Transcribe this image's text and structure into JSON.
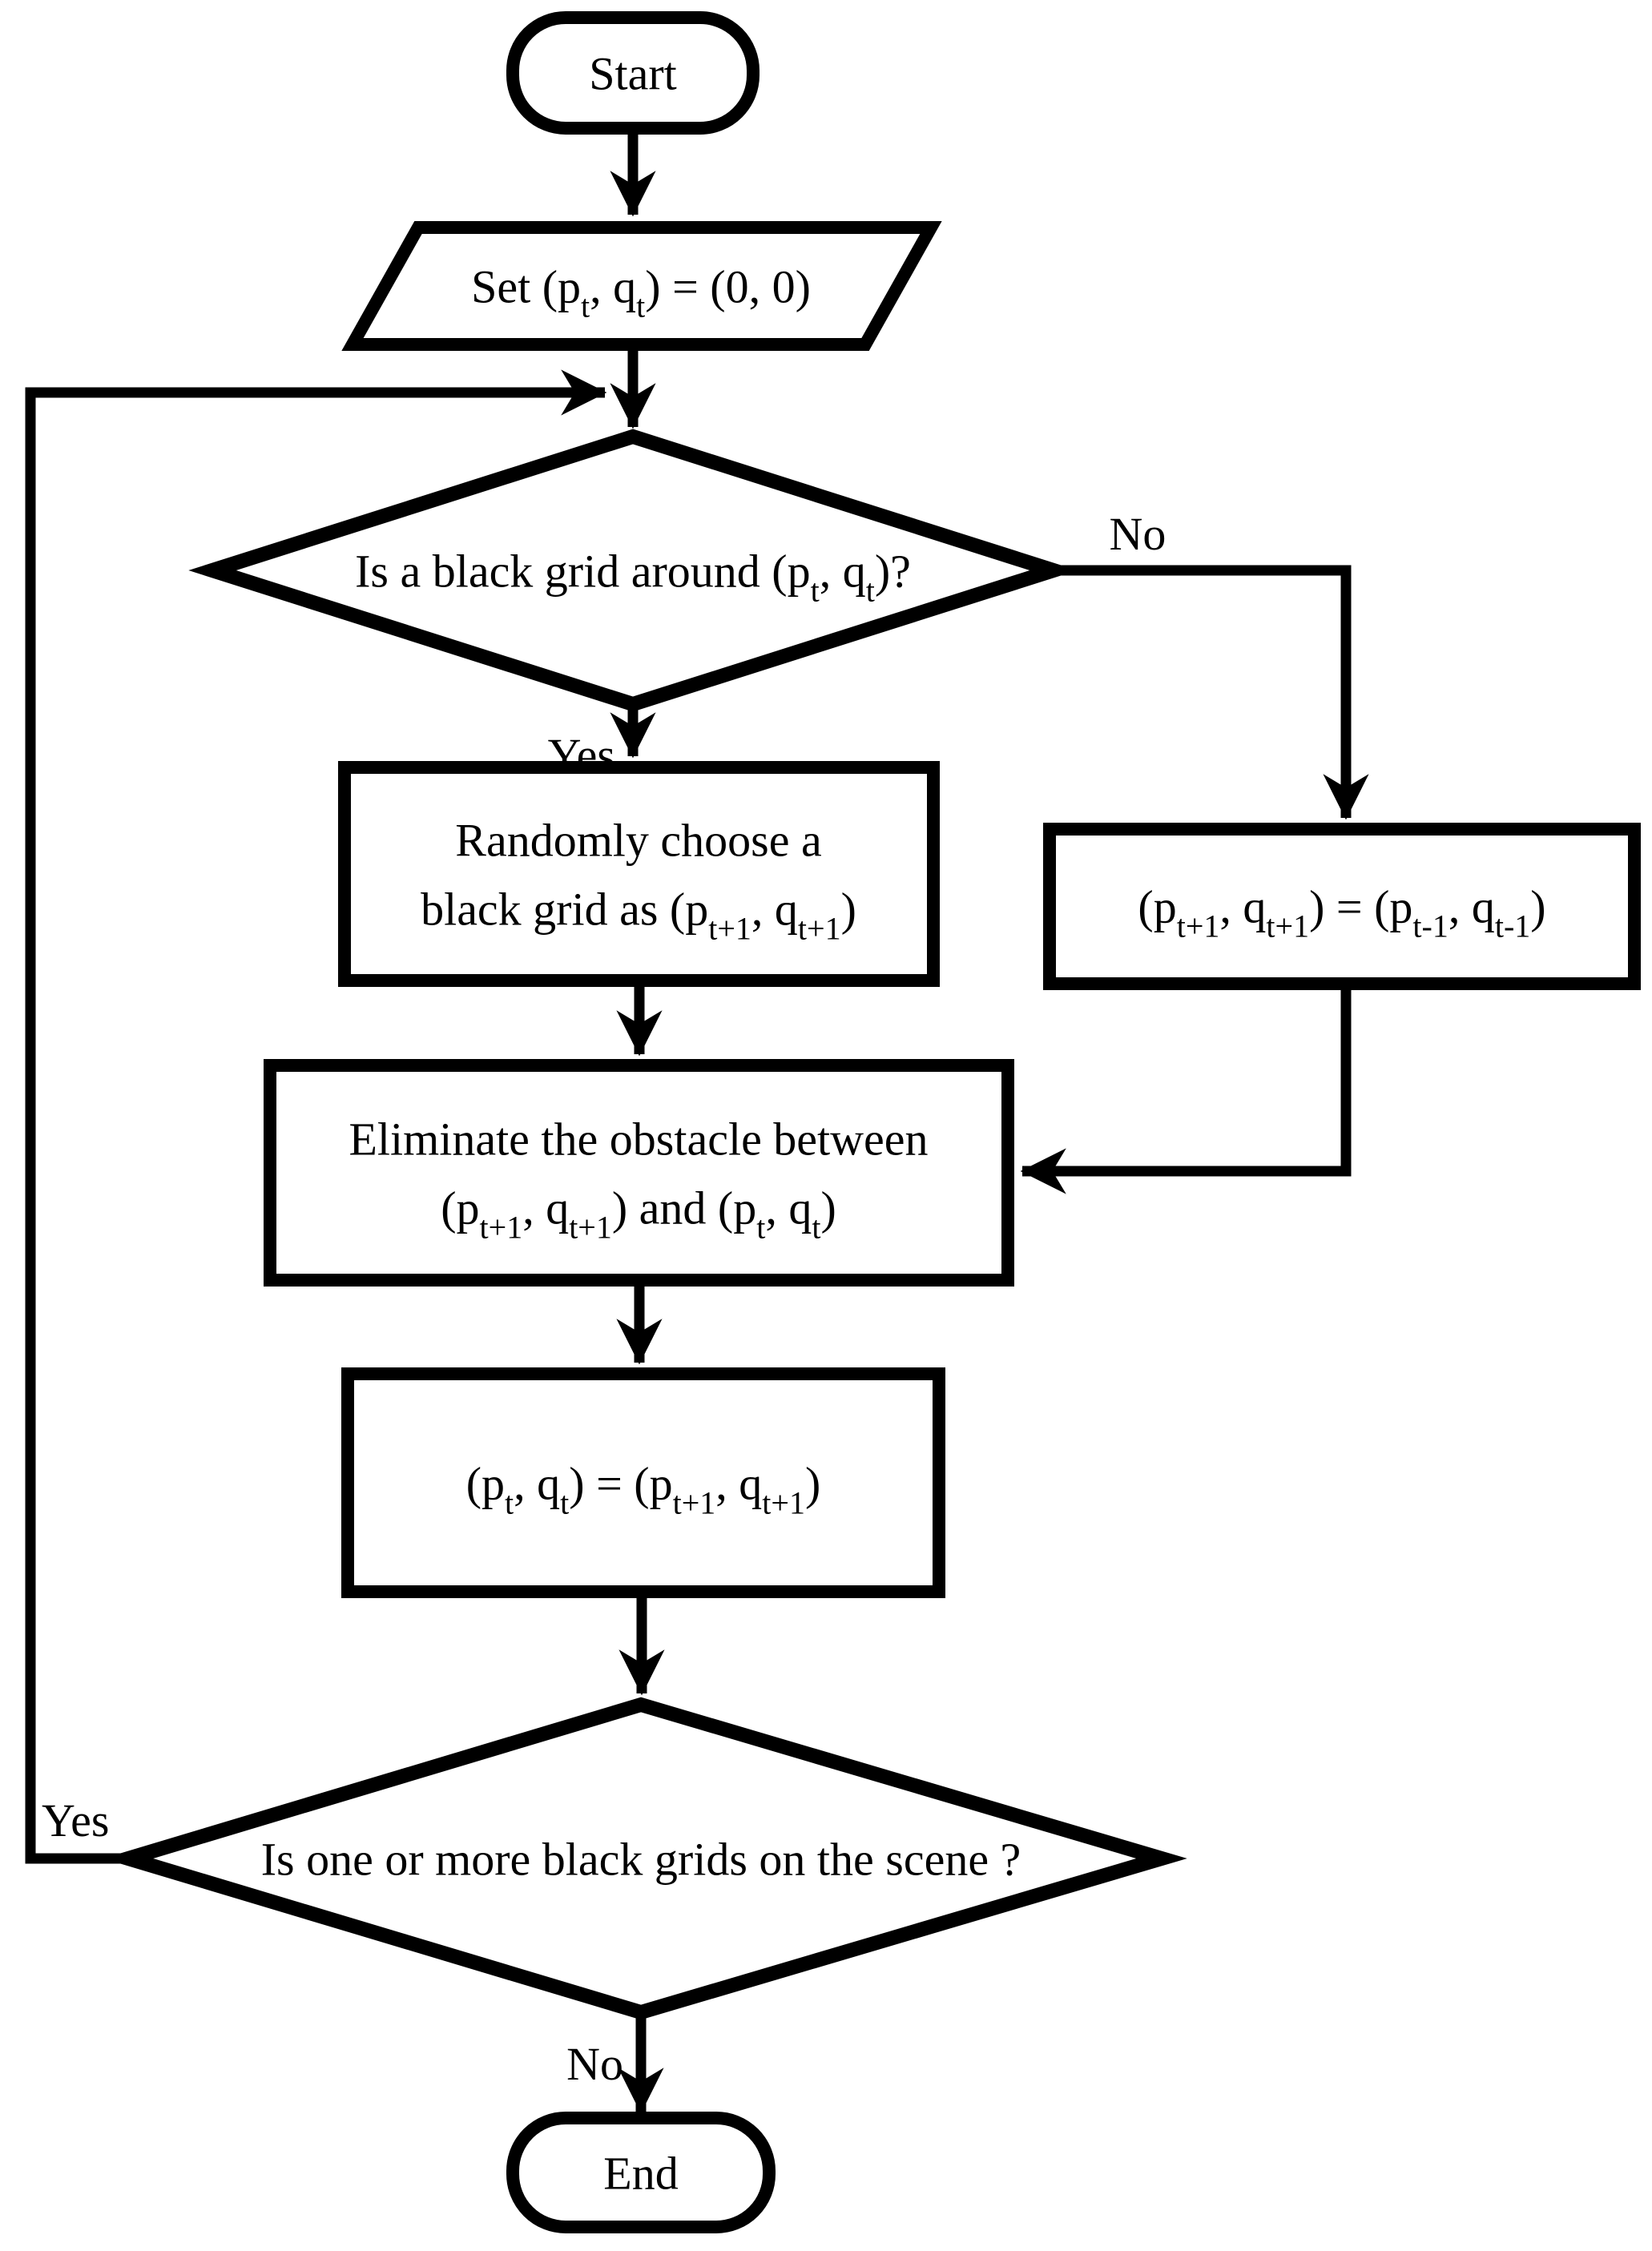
{
  "diagram": {
    "type": "flowchart",
    "background": "#ffffff",
    "line_color": "#000000",
    "nodes": {
      "start": {
        "shape": "stadium",
        "lines": [
          [
            {
              "t": "Start"
            }
          ]
        ]
      },
      "init": {
        "shape": "parallelogram",
        "lines": [
          [
            {
              "t": "Set  (p"
            },
            {
              "t": "t",
              "sub": true
            },
            {
              "t": ", q"
            },
            {
              "t": "t",
              "sub": true
            },
            {
              "t": ") = (0, 0)"
            }
          ]
        ]
      },
      "check_around": {
        "shape": "diamond",
        "lines": [
          [
            {
              "t": "Is a black grid around (p"
            },
            {
              "t": "t",
              "sub": true
            },
            {
              "t": ", q"
            },
            {
              "t": "t",
              "sub": true
            },
            {
              "t": ")?"
            }
          ]
        ]
      },
      "random_choose": {
        "shape": "rect",
        "lines": [
          [
            {
              "t": "Randomly choose a"
            }
          ],
          [
            {
              "t": "black grid as (p"
            },
            {
              "t": "t+1",
              "sub": true
            },
            {
              "t": ", q"
            },
            {
              "t": "t+1",
              "sub": true
            },
            {
              "t": ")"
            }
          ]
        ]
      },
      "assign_prev": {
        "shape": "rect",
        "lines": [
          [
            {
              "t": "(p"
            },
            {
              "t": "t+1",
              "sub": true
            },
            {
              "t": ", q"
            },
            {
              "t": "t+1",
              "sub": true
            },
            {
              "t": ") = (p"
            },
            {
              "t": "t-1",
              "sub": true
            },
            {
              "t": ", q"
            },
            {
              "t": "t-1",
              "sub": true
            },
            {
              "t": ")"
            }
          ]
        ]
      },
      "eliminate": {
        "shape": "rect",
        "lines": [
          [
            {
              "t": "Eliminate the obstacle between"
            }
          ],
          [
            {
              "t": "(p"
            },
            {
              "t": "t+1",
              "sub": true
            },
            {
              "t": ", q"
            },
            {
              "t": "t+1",
              "sub": true
            },
            {
              "t": ") and (p"
            },
            {
              "t": "t",
              "sub": true
            },
            {
              "t": ", q"
            },
            {
              "t": "t",
              "sub": true
            },
            {
              "t": ")"
            }
          ]
        ]
      },
      "update": {
        "shape": "rect",
        "lines": [
          [
            {
              "t": "(p"
            },
            {
              "t": "t",
              "sub": true
            },
            {
              "t": ", q"
            },
            {
              "t": "t",
              "sub": true
            },
            {
              "t": ") = (p"
            },
            {
              "t": "t+1",
              "sub": true
            },
            {
              "t": ", q"
            },
            {
              "t": "t+1",
              "sub": true
            },
            {
              "t": ")"
            }
          ]
        ]
      },
      "check_scene": {
        "shape": "diamond",
        "lines": [
          [
            {
              "t": "Is one or more black grids on the scene ?"
            }
          ]
        ]
      },
      "end": {
        "shape": "stadium",
        "lines": [
          [
            {
              "t": "End"
            }
          ]
        ]
      }
    },
    "edge_labels": {
      "yes_top": "Yes",
      "no_top": "No",
      "yes_bottom": "Yes",
      "no_bottom": "No"
    }
  }
}
